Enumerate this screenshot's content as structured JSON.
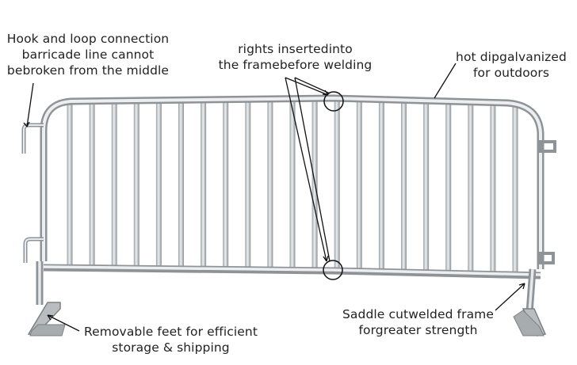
{
  "product_image": "steel crowd-control barricade",
  "annotations": {
    "hook": [
      "Hook and loop connection",
      "barricade line cannot",
      "bebroken from the middle"
    ],
    "rights": [
      "rights insertedinto",
      "the framebefore welding"
    ],
    "hotdip": [
      "hot dipgalvanized",
      "for outdoors"
    ],
    "removable": [
      "Removable feet for efficient",
      "storage & shipping"
    ],
    "saddle": [
      "Saddle cutwelded frame",
      "forgreater strength"
    ]
  },
  "colors": {
    "metal": "#c9ccce",
    "metal_dark": "#8f9498",
    "text": "#222222",
    "line": "#111111"
  }
}
